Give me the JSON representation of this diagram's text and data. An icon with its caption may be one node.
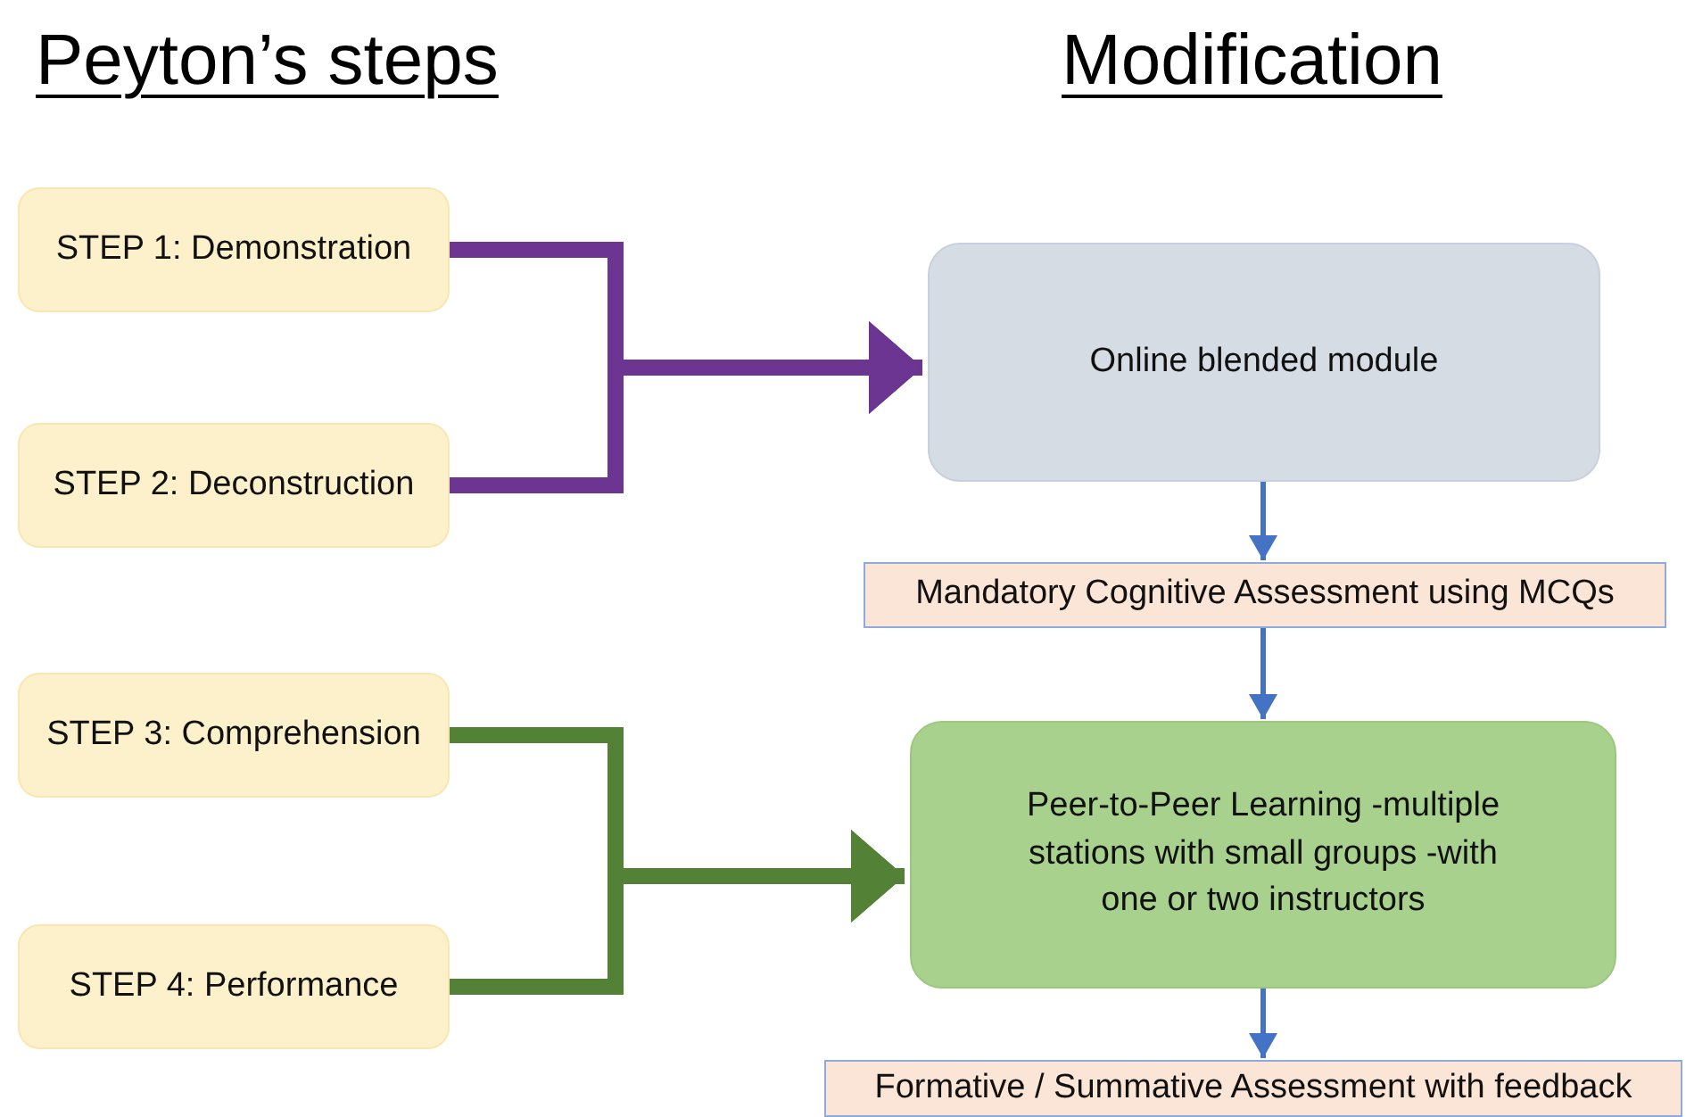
{
  "diagram": {
    "nodes": [
      {
        "text": [
          "STEP 1: Demonstration"
        ]
      },
      {
        "text": [
          "STEP 2: Deconstruction"
        ]
      },
      {
        "text": [
          "STEP 3: Comprehension"
        ]
      },
      {
        "text": [
          "STEP 4: Performance"
        ]
      },
      {
        "text": [
          "Online blended module"
        ]
      },
      {
        "text": [
          "Mandatory Cognitive Assessment using MCQs"
        ]
      },
      {
        "text": [
          "Peer-to-Peer Learning -multiple stations with small groups -with one or two instructors"
        ]
      },
      {
        "text": [
          "Formative / Summative Assessment with feedback"
        ]
      }
    ],
    "edges": [
      {
        "from": 0,
        "to": 4,
        "arrow": "to",
        "color": "#6b3591"
      },
      {
        "from": 1,
        "to": 4,
        "arrow": "to",
        "color": "#6b3591"
      },
      {
        "from": 2,
        "to": 6,
        "arrow": "to",
        "color": "#538135"
      },
      {
        "from": 3,
        "to": 6,
        "arrow": "to",
        "color": "#538135"
      },
      {
        "from": 4,
        "to": 5,
        "arrow": "to"
      },
      {
        "from": 5,
        "to": 6,
        "arrow": "to"
      },
      {
        "from": 6,
        "to": 7,
        "arrow": "to"
      }
    ],
    "labels": [
      "Peyton’s steps",
      "Modification"
    ]
  }
}
